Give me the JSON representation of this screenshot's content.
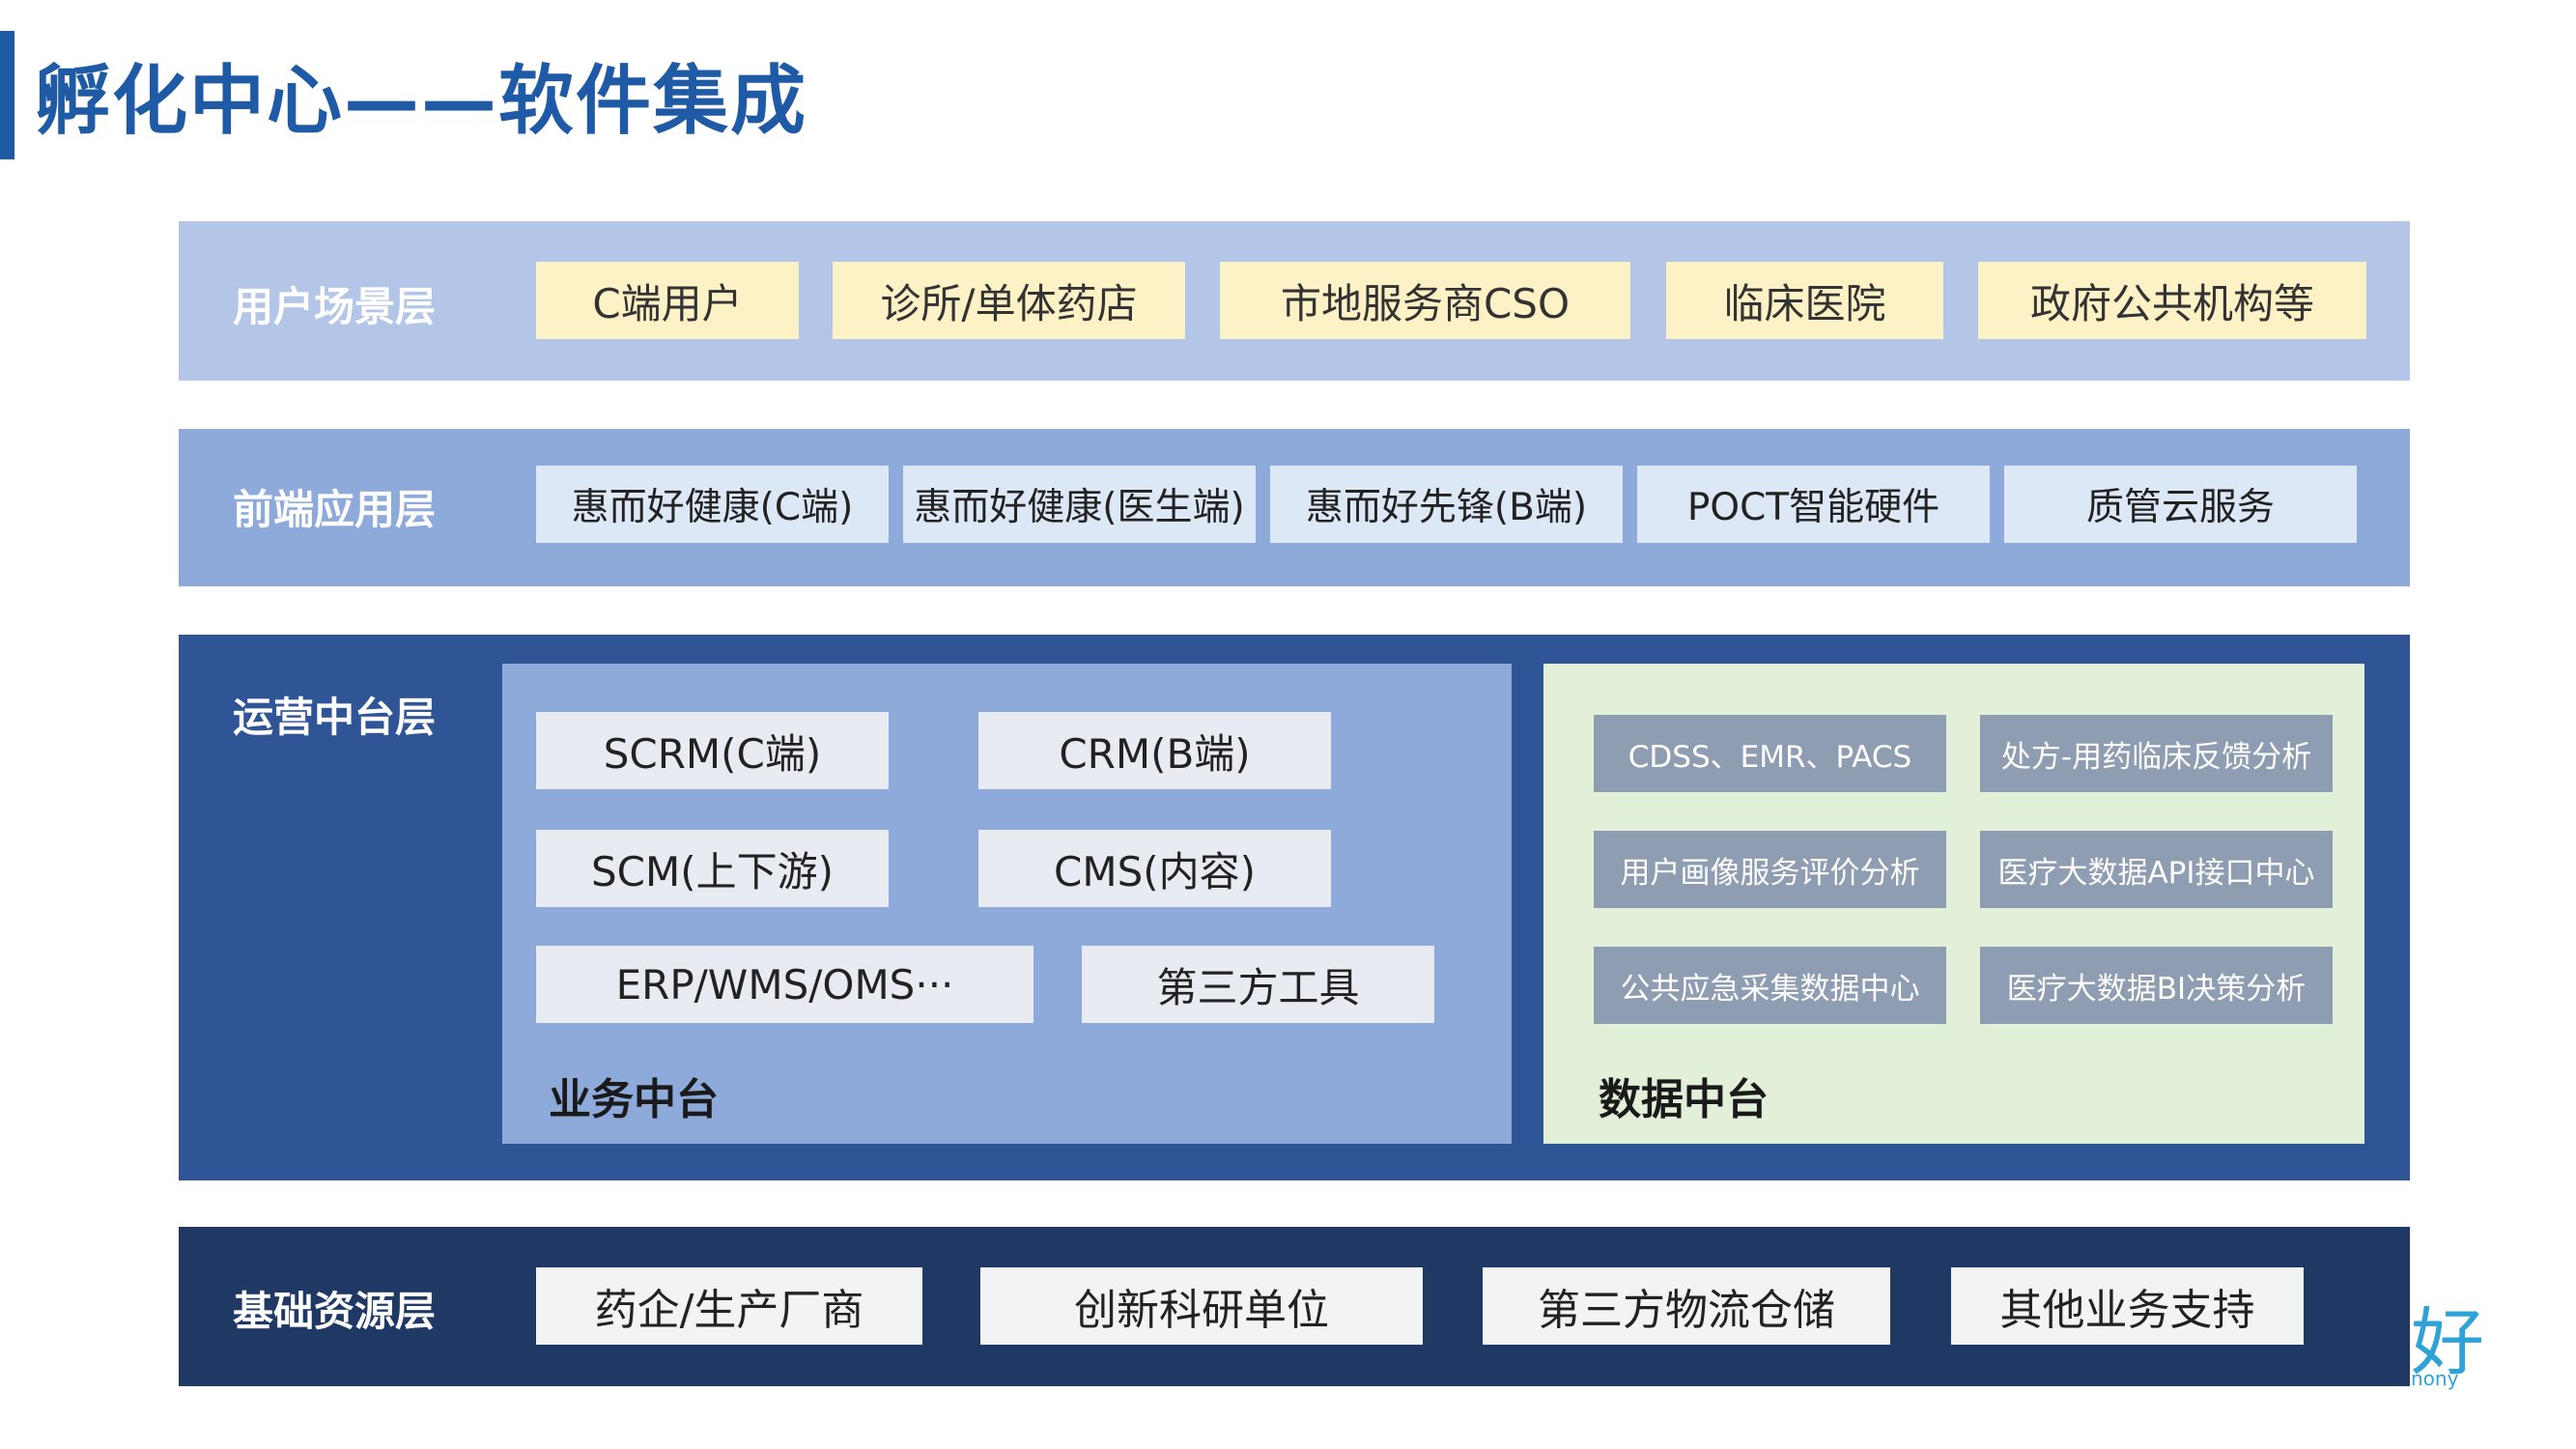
{
  "title": "孵化中心——软件集成",
  "layers": {
    "user": {
      "label": "用户场景层",
      "items": [
        "C端用户",
        "诊所/单体药店",
        "市地服务商CSO",
        "临床医院",
        "政府公共机构等"
      ]
    },
    "frontend": {
      "label": "前端应用层",
      "items": [
        "惠而好健康(C端)",
        "惠而好健康(医生端)",
        "惠而好先锋(B端)",
        "POCT智能硬件",
        "质管云服务"
      ]
    },
    "ops": {
      "label": "运营中台层",
      "business": {
        "label": "业务中台",
        "items": [
          "SCRM(C端)",
          "CRM(B端)",
          "SCM(上下游)",
          "CMS(内容)",
          "ERP/WMS/OMS···",
          "第三方工具"
        ]
      },
      "data": {
        "label": "数据中台",
        "items": [
          "CDSS、EMR、PACS",
          "处方-用药临床反馈分析",
          "用户画像服务评价分析",
          "医疗大数据API接口中心",
          "公共应急采集数据中心",
          "医疗大数据BI决策分析"
        ]
      }
    },
    "base": {
      "label": "基础资源层",
      "items": [
        "药企/生产厂商",
        "创新科研单位",
        "第三方物流仓储",
        "其他业务支持"
      ]
    }
  },
  "logo": {
    "glyph": "好",
    "tail": "nony"
  },
  "colors": {
    "title": "#1f5aa6",
    "user_band": "#b4c6e7",
    "frontend_band": "#8eaadb",
    "ops_band": "#2f5597",
    "base_band": "#203864",
    "user_chip": "#fdf1c6",
    "business_panel": "#8eaadb",
    "data_panel": "#e2efd9"
  }
}
